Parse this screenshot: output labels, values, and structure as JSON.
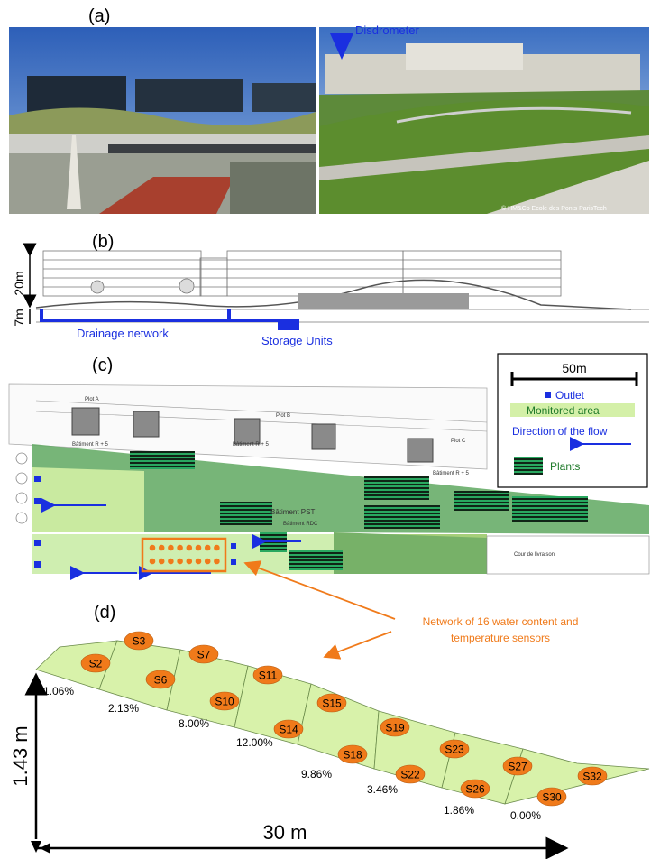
{
  "panels": {
    "a": {
      "label": "(a)",
      "annotation": "Disdrometer",
      "credit": "© HM&Co Ecole des Ponts ParisTech"
    },
    "b": {
      "label": "(b)",
      "height_upper": "20m",
      "height_lower": "7m",
      "drainage": "Drainage network",
      "storage": "Storage Units"
    },
    "c": {
      "label": "(c)",
      "legend": {
        "scale": "50m",
        "outlet": "Outlet",
        "monitored": "Monitored area",
        "flow": "Direction of the flow",
        "plants": "Plants"
      },
      "map_labels": [
        "Plot A",
        "Plot B",
        "Plot C",
        "Bâtiment R + 5",
        "Bâtiment R + 5",
        "Bâtiment PST",
        "Bâtiment R + 5",
        "Bâtiment RDC",
        "Cour de livraison"
      ],
      "callout": [
        "Network of 16 water content and",
        "temperature sensors"
      ]
    },
    "d": {
      "label": "(d)",
      "vertical_dim": "1.43 m",
      "horizontal_dim": "30 m",
      "sensors": [
        "S3",
        "S2",
        "S7",
        "S6",
        "S11",
        "S10",
        "S15",
        "S14",
        "S19",
        "S18",
        "S23",
        "S22",
        "S27",
        "S26",
        "S32",
        "S30"
      ],
      "slopes": [
        "1.06%",
        "2.13%",
        "8.00%",
        "12.00%",
        "9.86%",
        "3.46%",
        "1.86%",
        "0.00%"
      ]
    }
  },
  "colors": {
    "blue": "#1a2fe0",
    "orange": "#f07a1a",
    "green_light": "#d4f0a8",
    "green_dark": "#5ea860",
    "plant_stripe": "#1d3b22"
  }
}
